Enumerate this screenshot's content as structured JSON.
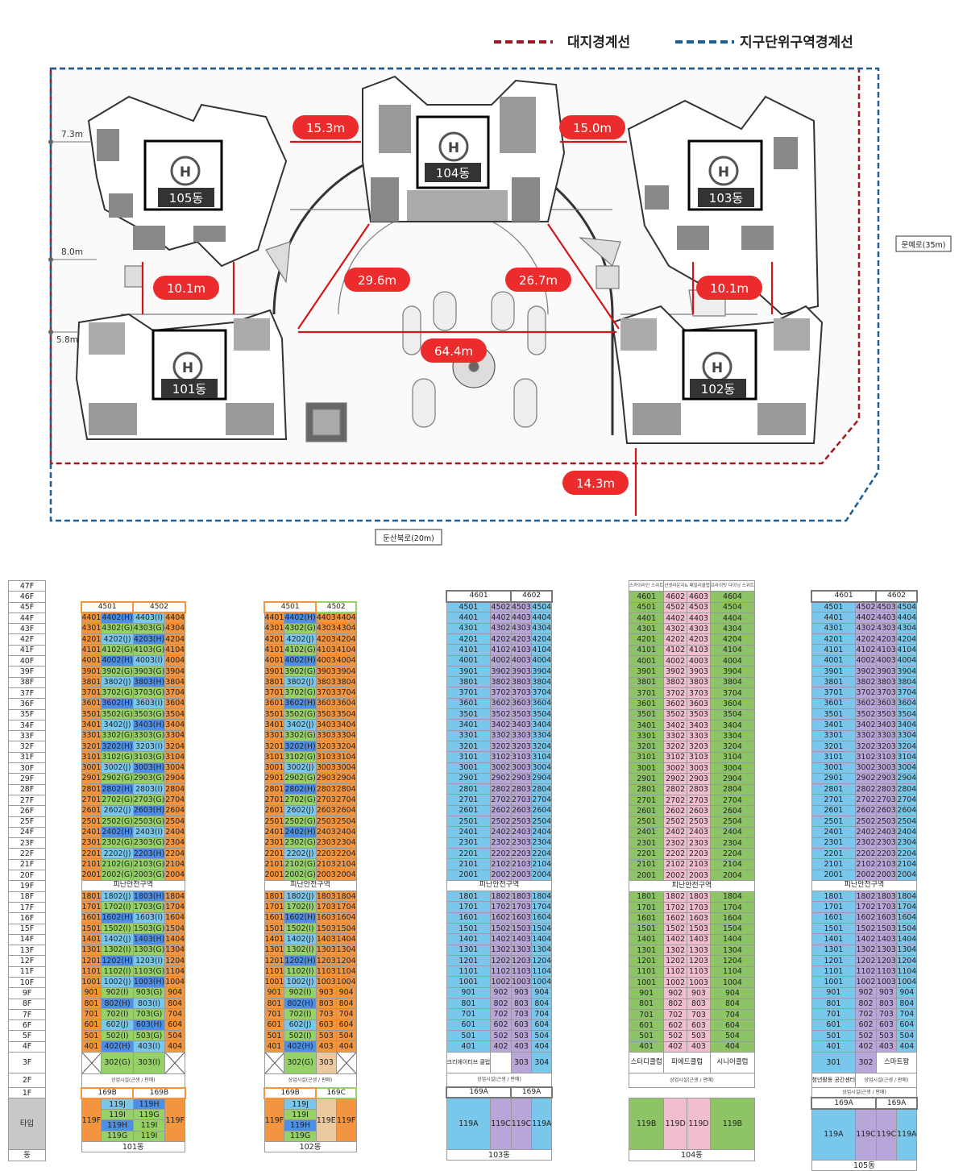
{
  "legend": {
    "site": "대지경계선",
    "district": "지구단위구역경계선"
  },
  "roads": {
    "east": "문예로(35m)",
    "south": "둔산북로(20m)"
  },
  "site_labels": {
    "b101": "101동",
    "b102": "102동",
    "b103": "103동",
    "b104": "104동",
    "b105": "105동",
    "heli": "H",
    "dist": [
      "15.3m",
      "15.0m",
      "29.6m",
      "26.7m",
      "10.1m",
      "10.1m",
      "64.4m",
      "14.3m"
    ],
    "left": [
      "7.3m",
      "8.0m",
      "5.8m"
    ]
  },
  "floor_labels": [
    "47F",
    "46F",
    "45F",
    "44F",
    "43F",
    "42F",
    "41F",
    "40F",
    "39F",
    "38F",
    "37F",
    "36F",
    "35F",
    "34F",
    "33F",
    "32F",
    "31F",
    "30F",
    "29F",
    "28F",
    "27F",
    "26F",
    "25F",
    "24F",
    "23F",
    "22F",
    "21F",
    "20F",
    "19F",
    "18F",
    "17F",
    "16F",
    "15F",
    "14F",
    "13F",
    "12F",
    "11F",
    "10F",
    "9F",
    "8F",
    "7F",
    "6F",
    "5F",
    "4F",
    "3F",
    "2F",
    "1F",
    "타입",
    "동"
  ],
  "refuge": "피난안전구역",
  "shop": "상업시설(근생 / 판매)",
  "colors": {
    "orange": "#f3943e",
    "lgreen": "#95d167",
    "teal": "#46c48e",
    "blue": "#4d8ee6",
    "lblue": "#79c8ec",
    "purple": "#b8a6d8",
    "green": "#8cc466",
    "pink": "#f1bdd0",
    "tan": "#eac8a0",
    "cyan": "#62d8e8"
  },
  "blocks": [
    {
      "id": "b101",
      "name": "101동",
      "top": [
        "4501",
        "4502"
      ],
      "top_border": "#f3943e",
      "tc": [
        "o",
        "b",
        "lb",
        "o"
      ],
      "f3": {
        "type": "x2",
        "vals": [
          "302(G)",
          "303(I)"
        ],
        "cls": [
          "lg",
          "lg"
        ]
      },
      "types_top": [
        "169B",
        "169B"
      ],
      "types": [
        "119F",
        "119J",
        "119I",
        "119H",
        "119G",
        "119H",
        "119G",
        "119I",
        "119F"
      ]
    },
    {
      "id": "b102",
      "name": "102동",
      "top": [
        "4501",
        "4502"
      ],
      "top_border": "#f3943e",
      "top_border2": "#95d167",
      "tc": [
        "o",
        "b",
        "tan",
        "o"
      ],
      "f3": {
        "type": "x1",
        "vals": [
          "302(G)",
          "303"
        ],
        "cls": [
          "lg",
          "tan"
        ]
      },
      "types_top": [
        "169B",
        "169C"
      ],
      "types": [
        "119F",
        "119J",
        "119I",
        "119H",
        "119G",
        "119E",
        "119F"
      ]
    },
    {
      "id": "b103",
      "name": "103동",
      "top": [
        "4601",
        "4602"
      ],
      "tc": [
        "lb",
        "pu",
        "pu",
        "lb"
      ],
      "f3": {
        "type": "c1",
        "vals": [
          "크리에이티브 클럽",
          "303",
          "304"
        ]
      },
      "types_top": [
        "169A",
        "169A"
      ],
      "types": [
        "119A",
        "119C",
        "119C",
        "119A"
      ]
    },
    {
      "id": "b104",
      "name": "104동",
      "tc": [
        "g",
        "pk",
        "pk",
        "g"
      ],
      "ltop": [
        "스카이라인 스위트",
        "선셋라운지& 패밀리클럽",
        "프라이빗 다이닝 스위트"
      ],
      "f3": {
        "type": "c2",
        "vals": [
          "스터디클럽",
          "피에드클럽",
          "시니어클럽"
        ]
      },
      "types": [
        "119B",
        "119D",
        "119D",
        "119B"
      ]
    },
    {
      "id": "b105",
      "name": "105동",
      "top": [
        "4601",
        "4602"
      ],
      "tc": [
        "lb",
        "pu",
        "pu",
        "lb"
      ],
      "f3": {
        "type": "c3",
        "vals": [
          "301",
          "302",
          "스마트팜"
        ]
      },
      "f2": "청년활동 공간센터",
      "types_top": [
        "169A",
        "169A"
      ],
      "types": [
        "119A",
        "119C",
        "119C",
        "119A"
      ]
    }
  ]
}
